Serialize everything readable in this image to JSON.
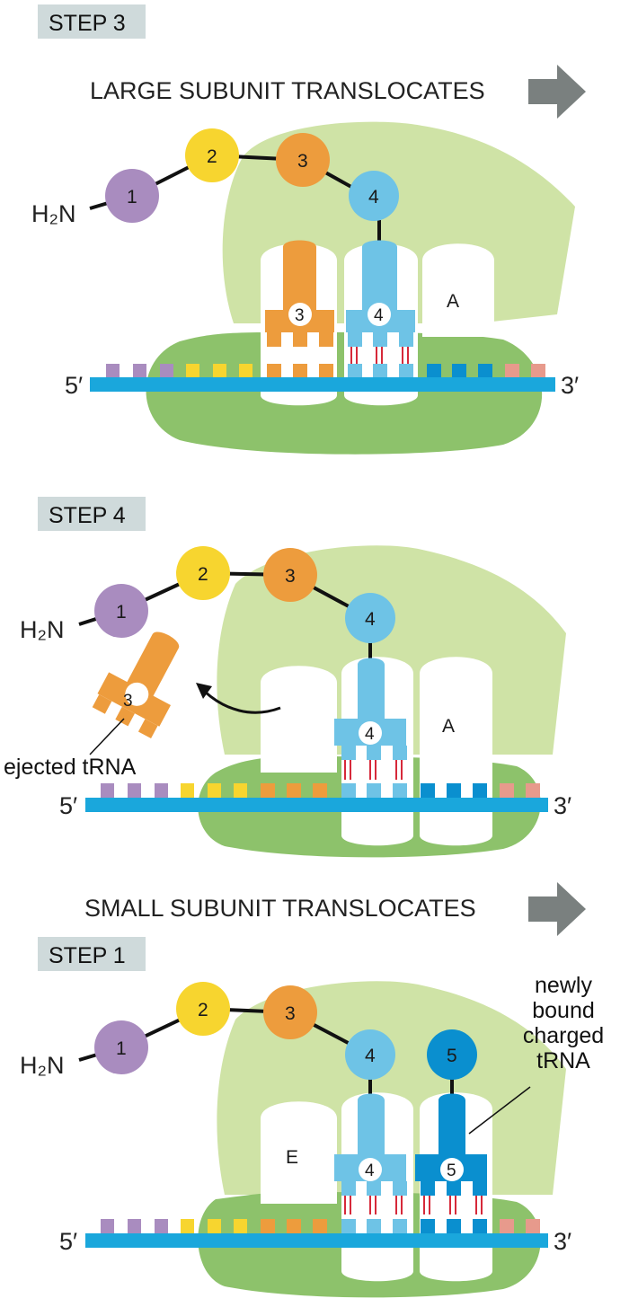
{
  "panels": [
    {
      "step_label": "STEP 3",
      "banner": "LARGE SUBUNIT TRANSLOCATES",
      "amine_label": "H₂N",
      "beads": [
        "1",
        "2",
        "3",
        "4"
      ],
      "trna_labels": [
        "3",
        "4"
      ],
      "site_label": "A",
      "five_prime": "5′",
      "three_prime": "3′"
    },
    {
      "step_label": "STEP 4",
      "amine_label": "H₂N",
      "beads": [
        "1",
        "2",
        "3",
        "4"
      ],
      "trna_labels": [
        "3",
        "4"
      ],
      "site_label": "A",
      "ejected_label": "ejected tRNA",
      "five_prime": "5′",
      "three_prime": "3′"
    },
    {
      "step_label": "STEP 1",
      "banner": "SMALL SUBUNIT TRANSLOCATES",
      "amine_label": "H₂N",
      "beads": [
        "1",
        "2",
        "3",
        "4",
        "5"
      ],
      "trna_labels": [
        "4",
        "5"
      ],
      "site_label": "E",
      "newly_bound_label": [
        "newly",
        "bound",
        "charged",
        "tRNA"
      ],
      "five_prime": "5′",
      "three_prime": "3′"
    }
  ],
  "colors": {
    "large_subunit": "#cfe3a6",
    "small_subunit": "#8dc26b",
    "mrna": "#1aa7dc",
    "aa1": "#a98cbf",
    "aa2": "#f7d52f",
    "aa3": "#ed9c3d",
    "aa4": "#6ec3e6",
    "aa5": "#0a8fcf",
    "codon_purple": "#a98cbf",
    "codon_yellow": "#f7d52f",
    "codon_orange": "#ed9c3d",
    "codon_blue": "#6ec3e6",
    "codon_darkblue": "#0a8fcf",
    "codon_pink": "#e79a8c",
    "step_box": "#cfdadb",
    "arrow": "#7a807f",
    "base_pair": "#d6293a"
  }
}
